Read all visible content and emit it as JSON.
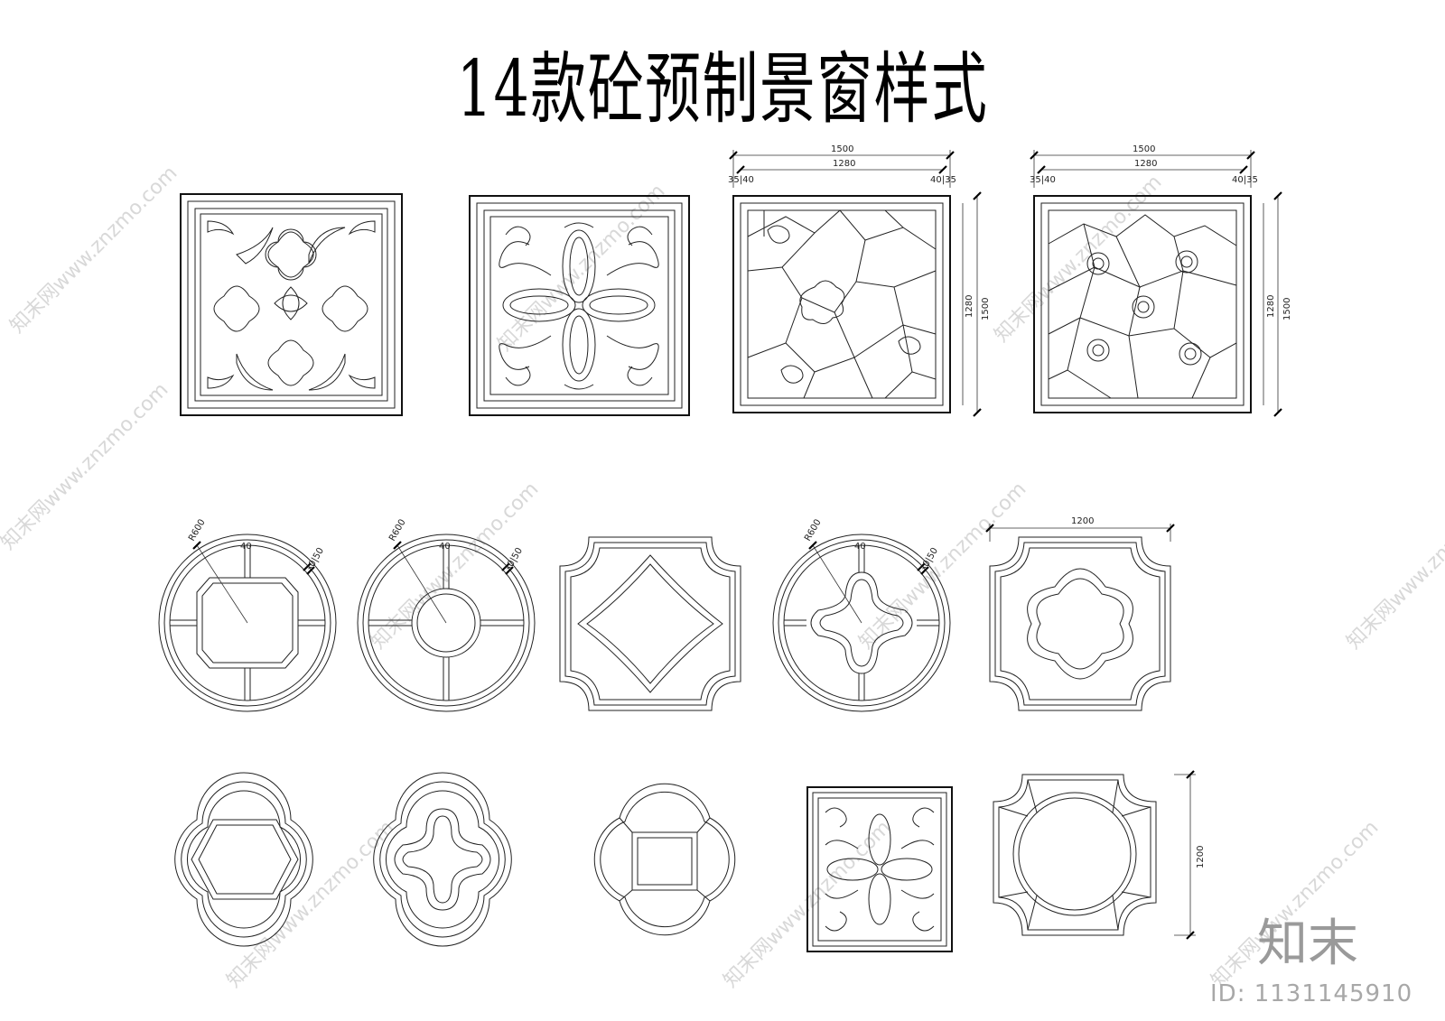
{
  "title": "14款砼预制景窗样式",
  "watermark": {
    "brand": "知末",
    "id": "ID: 1131145910",
    "site_text": "知末网www.znzmo.com"
  },
  "dimensions": {
    "d1500": "1500",
    "d1280": "1280",
    "d1200": "1200",
    "r600": "R600",
    "d40": "40",
    "d30_50": "30|50",
    "d35_40": "35|40",
    "d35": "35",
    "d40_35": "40|35"
  },
  "colors": {
    "line": "#222222",
    "watermark": "#d8d8d8",
    "brand": "#9a9a9a"
  }
}
